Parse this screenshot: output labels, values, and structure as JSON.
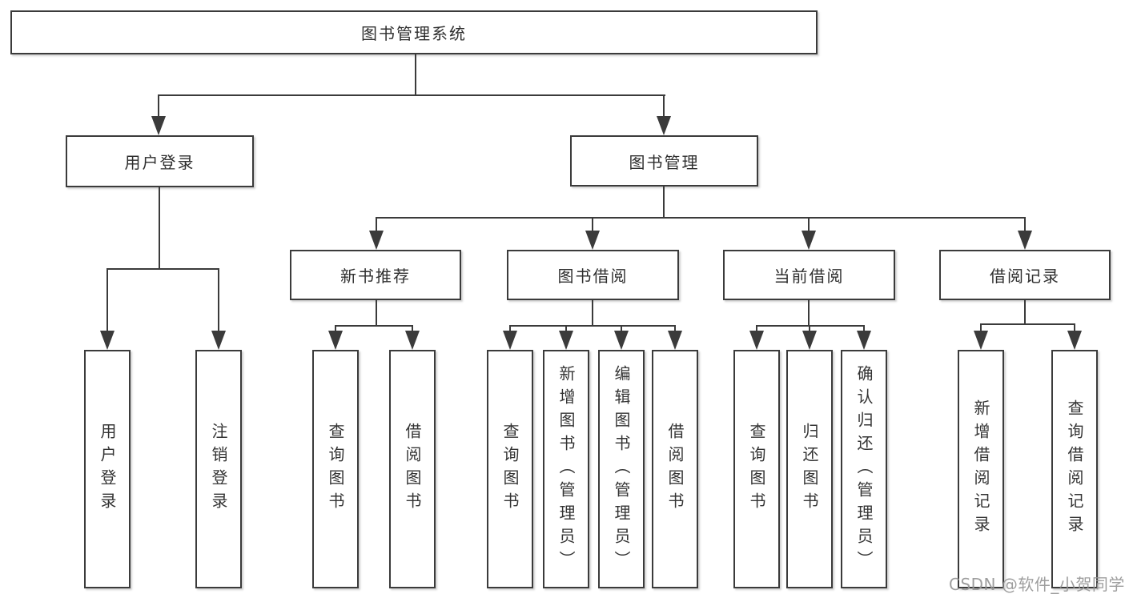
{
  "tree": {
    "label": "图书管理系统",
    "children": [
      {
        "label": "用户登录",
        "children": [
          {
            "label": "用户登录"
          },
          {
            "label": "注销登录"
          }
        ]
      },
      {
        "label": "图书管理",
        "children": [
          {
            "label": "新书推荐",
            "children": [
              {
                "label": "查询图书"
              },
              {
                "label": "借阅图书"
              }
            ]
          },
          {
            "label": "图书借阅",
            "children": [
              {
                "label": "查询图书"
              },
              {
                "label": "新增图书（管理员）"
              },
              {
                "label": "编辑图书（管理员）"
              },
              {
                "label": "借阅图书"
              }
            ]
          },
          {
            "label": "当前借阅",
            "children": [
              {
                "label": "查询图书"
              },
              {
                "label": "归还图书"
              },
              {
                "label": "确认归还（管理员）"
              }
            ]
          },
          {
            "label": "借阅记录",
            "children": [
              {
                "label": "新增借阅记录"
              },
              {
                "label": "查询借阅记录"
              }
            ]
          }
        ]
      }
    ]
  },
  "watermark": "CSDN @软件_小贺同学",
  "colors": {
    "line": "#3b3b3b",
    "text": "#303030",
    "watermark": "#969696",
    "background": "#ffffff"
  }
}
